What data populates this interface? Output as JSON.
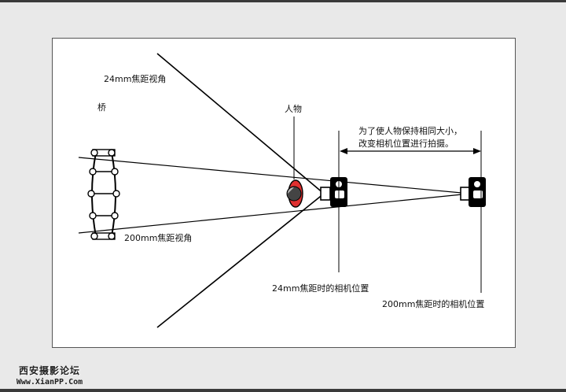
{
  "labels": {
    "angle_24": "24mm焦距视角",
    "angle_200": "200mm焦距视角",
    "bridge": "桥",
    "person": "人物",
    "note_line1": "为了使人物保持相同大小，",
    "note_line2": "改变相机位置进行拍摄。",
    "camera_24": "24mm焦距时的相机位置",
    "camera_200": "200mm焦距时的相机位置"
  },
  "watermark": {
    "name": "西安摄影论坛",
    "site": "Www.XianPP.Com"
  },
  "colors": {
    "line": "#000000",
    "person_accent": "#e03030",
    "panel_border": "#555555"
  }
}
